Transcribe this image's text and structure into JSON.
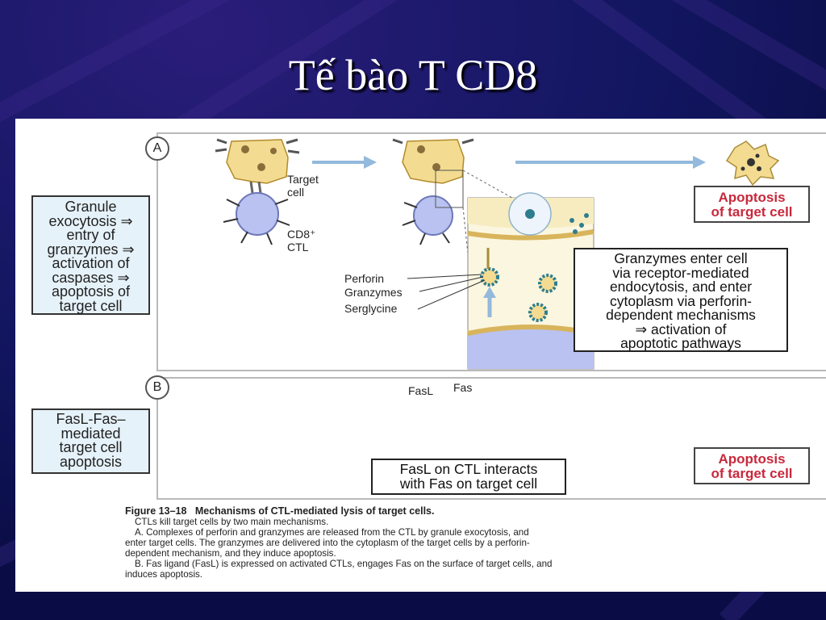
{
  "slide": {
    "title": "Tế bào T CD8"
  },
  "colors": {
    "background": "#0b0f4a",
    "cell": "#f3dc91",
    "ctl": "#b9c2f0",
    "apoptosis_label": "#c8283c",
    "arrow": "#93b9dc",
    "side_box": "#e6f2fa"
  },
  "panel_a": {
    "letter": "A",
    "side_box": [
      "Granule",
      "exocytosis ⇒",
      "entry of",
      "granzymes ⇒",
      "activation of",
      "caspases ⇒",
      "apoptosis of",
      "target cell"
    ],
    "label_target": [
      "Target",
      "cell"
    ],
    "label_ctl": [
      "CD8⁺",
      "CTL"
    ],
    "label_perforin": "Perforin",
    "label_granzymes": "Granzymes",
    "label_serglycine": "Serglycine",
    "callout": [
      "Granzymes enter cell",
      "via receptor-mediated",
      "endocytosis, and enter",
      "cytoplasm via perforin-",
      "dependent mechanisms",
      "⇒ activation of",
      "apoptotic pathways"
    ],
    "apoptosis": [
      "Apoptosis",
      "of target cell"
    ]
  },
  "panel_b": {
    "letter": "B",
    "side_box": [
      "FasL-Fas–",
      "mediated",
      "target cell",
      "apoptosis"
    ],
    "label_fasl": "FasL",
    "label_fas": "Fas",
    "callout": [
      "FasL on CTL interacts",
      "with Fas on target cell"
    ],
    "apoptosis": [
      "Apoptosis",
      "of target cell"
    ]
  },
  "caption": {
    "figure_label": "Figure 13–18",
    "figure_title": "Mechanisms of CTL-mediated lysis of target cells.",
    "lines": [
      "CTLs kill target cells by two main mechanisms.",
      "A. Complexes of perforin and granzymes are released from the CTL by granule exocytosis, and",
      "enter target cells. The granzymes are delivered into the cytoplasm of the target cells by a perforin-",
      "dependent mechanism, and they induce apoptosis.",
      "B. Fas ligand (FasL) is expressed on activated CTLs, engages Fas on the surface of target cells, and",
      "induces apoptosis."
    ]
  }
}
